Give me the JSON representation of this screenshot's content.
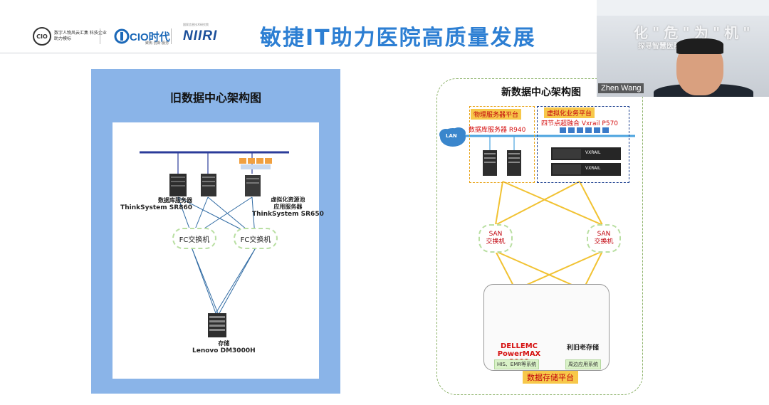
{
  "header": {
    "logo1_mark": "CIO",
    "logo1_text": "数字人物风云汇集 科技企业助力模标",
    "logo2_brand": "CIO时代",
    "logo2_sub": "聚焦·创新·服务",
    "logo3_brand": "NIIRI",
    "logo3_sub": "国家信息技术研究院",
    "title": "敏捷IT助力医院高质量发展"
  },
  "old_diagram": {
    "title": "旧数据中心架构图",
    "db_server_label": [
      "数据库服务器",
      "ThinkSystem SR860"
    ],
    "virt_server_label": [
      "虚拟化资源池",
      "应用服务器",
      "ThinkSystem SR650"
    ],
    "fc_switch_1": "FC交换机",
    "fc_switch_2": "FC交换机",
    "storage_label": [
      "存储",
      "Lenovo DM3000H"
    ]
  },
  "new_diagram": {
    "title": "新数据中心架构图",
    "phys_platform": "物理服务器平台",
    "virt_platform": "虚拟化业务平台",
    "db_server": "数据库服务器 R940",
    "hci": "四节点超融合 Vxrail P570",
    "lan": "LAN",
    "vxrail_1": "VXRAIL",
    "vxrail_2": "VXRAIL",
    "san_1": [
      "SAN",
      "交换机"
    ],
    "san_2": [
      "SAN",
      "交换机"
    ],
    "storage_main": [
      "DELLEMC",
      "PowerMAX 2000"
    ],
    "storage_old": "利旧老存储",
    "tag_his": "HIS、EMR等系统",
    "tag_edge": "周边应用系统",
    "platform_label": "数据存储平台"
  },
  "webcam": {
    "bg_text": "化\"危\"为\"机\"",
    "bg_sub": "探寻智慧医院之路",
    "participant_name": "Zhen Wang"
  },
  "colors": {
    "title_blue": "#2d7fd3",
    "old_panel_bg": "#8ab4e8",
    "link_yellow": "#f1c232",
    "link_blue": "#2f6aa3",
    "red_text": "#d51010"
  }
}
